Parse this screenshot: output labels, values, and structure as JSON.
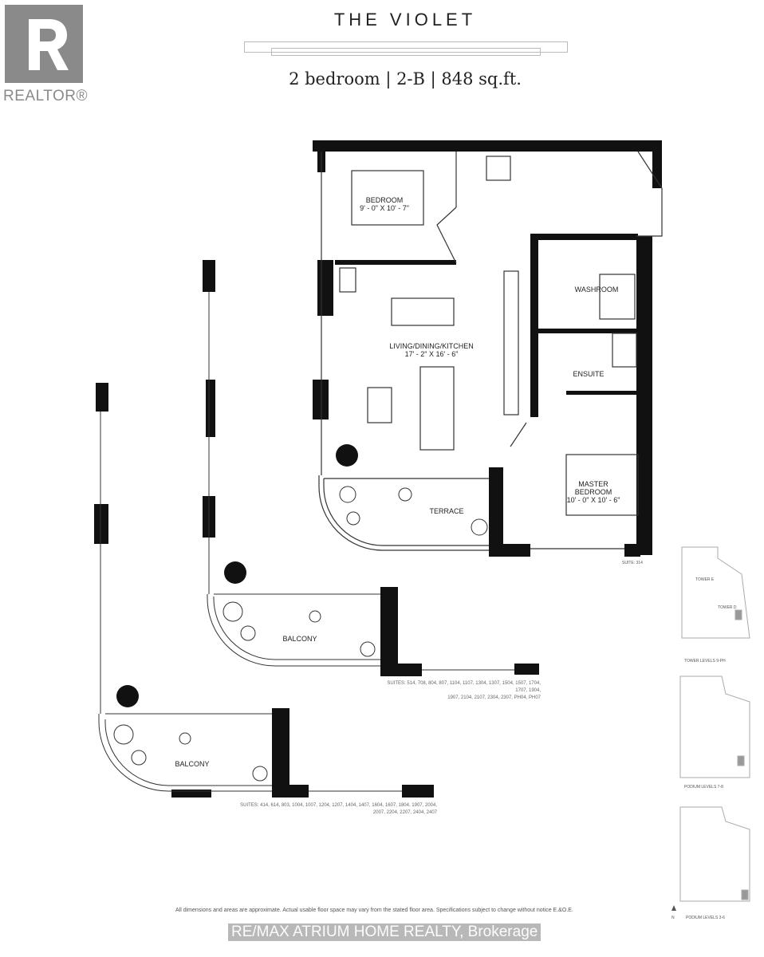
{
  "brand": {
    "logo_text": "REALTOR®"
  },
  "header": {
    "title": "THE VIOLET",
    "subtitle": "2 bedroom | 2-B | 848 sq.ft."
  },
  "rooms": {
    "bedroom": {
      "name": "BEDROOM",
      "dims": "9' - 0\" X 10' - 7\""
    },
    "living": {
      "name": "LIVING/DINING/KITCHEN",
      "dims": "17' - 2\" X 16' - 6\""
    },
    "washroom": {
      "name": "WASHROOM"
    },
    "ensuite": {
      "name": "ENSUITE"
    },
    "master": {
      "name1": "MASTER",
      "name2": "BEDROOM",
      "dims": "10' - 0\" X 10' - 6\""
    },
    "terrace": {
      "name": "TERRACE"
    },
    "balcony1": {
      "name": "BALCONY"
    },
    "balcony2": {
      "name": "BALCONY"
    },
    "suite_label": "SUITE: 314"
  },
  "suites": {
    "upper_line1": "SUITES: 514, 708, 804, 807, 1104, 1107, 1304, 1307, 1504, 1507, 1704, 1707, 1904,",
    "upper_line2": "1907, 2104, 2107, 2304, 2307, PH04, PH07",
    "lower_line1": "SUITES: 414, 614, 803, 1004, 1007, 1204, 1207, 1404, 1407, 1604, 1607, 1804, 1907, 2004,",
    "lower_line2": "2007, 2204, 2207, 2404, 2407"
  },
  "key_plans": {
    "tower_e": "TOWER E",
    "tower_d": "TOWER D",
    "plan1": "TOWER LEVELS 9-PH",
    "plan2": "PODIUM LEVELS 7-8",
    "plan3": "PODIUM LEVELS 3-6",
    "north": "N"
  },
  "footer": {
    "disclaimer": "All dimensions and areas are approximate. Actual usable floor space may vary from the stated floor area. Specifications subject to change without notice E.&O.E.",
    "watermark": "RE/MAX ATRIUM HOME REALTY, Brokerage"
  }
}
